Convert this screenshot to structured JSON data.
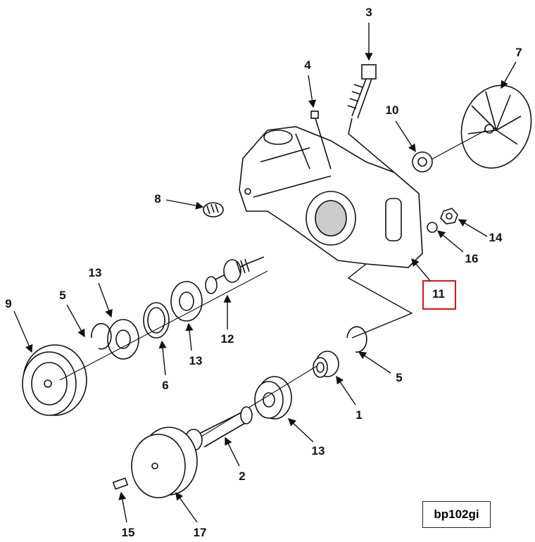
{
  "diagram_code": "bp102gi",
  "highlighted_callout": "11",
  "highlight_color": "#e01010",
  "callouts": {
    "c1": "1",
    "c2": "2",
    "c3": "3",
    "c4": "4",
    "c5a": "5",
    "c5b": "5",
    "c6": "6",
    "c7": "7",
    "c8": "8",
    "c9": "9",
    "c10": "10",
    "c11": "11",
    "c12": "12",
    "c13a": "13",
    "c13b": "13",
    "c13c": "13",
    "c14": "14",
    "c15": "15",
    "c16": "16",
    "c17": "17"
  }
}
